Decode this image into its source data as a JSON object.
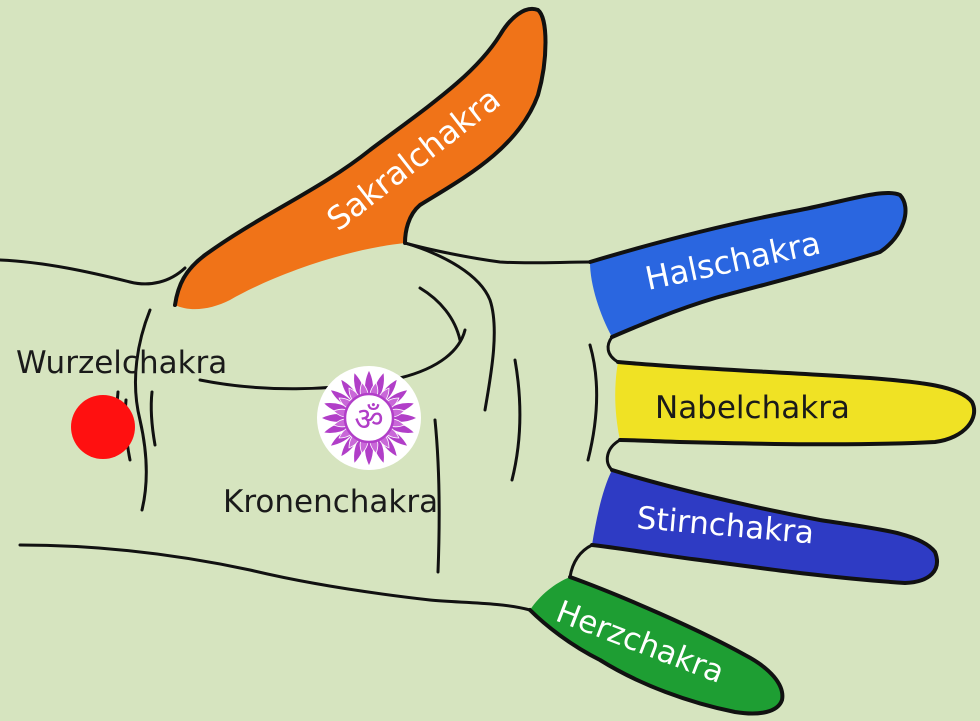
{
  "colors": {
    "background": "#d6e4bf",
    "outline": "#111111",
    "sakral": "#f07318",
    "hals": "#2a66e0",
    "nabel": "#f0e224",
    "stirn": "#2e3bc4",
    "herz": "#1e9e33",
    "wurzel": "#ff1010",
    "krone": "#b13ec8"
  },
  "icons": {
    "root": "red-dot-icon",
    "crown": "crown-chakra-lotus-icon"
  },
  "labels": {
    "sakral": "Sakralchakra",
    "hals": "Halschakra",
    "nabel": "Nabelchakra",
    "stirn": "Stirnchakra",
    "herz": "Herzchakra",
    "wurzel": "Wurzelchakra",
    "krone": "Kronenchakra",
    "om": "ॐ"
  }
}
